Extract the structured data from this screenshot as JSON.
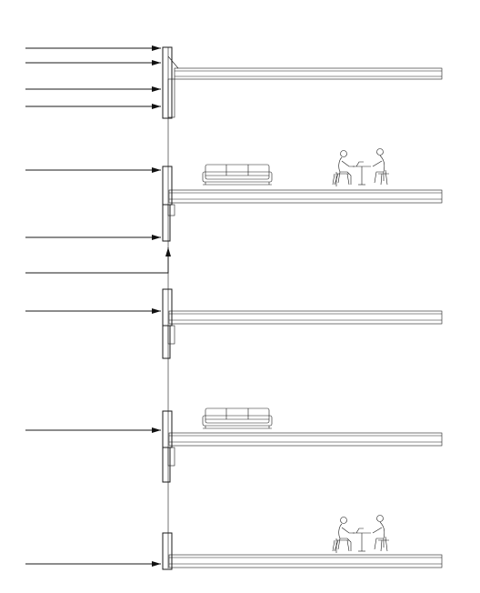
{
  "diagram": {
    "type": "building-section",
    "floor_count": 5,
    "furniture": [
      "sofa",
      "sofa"
    ],
    "figures": [
      "seated-people-at-table",
      "seated-people-at-table"
    ]
  }
}
